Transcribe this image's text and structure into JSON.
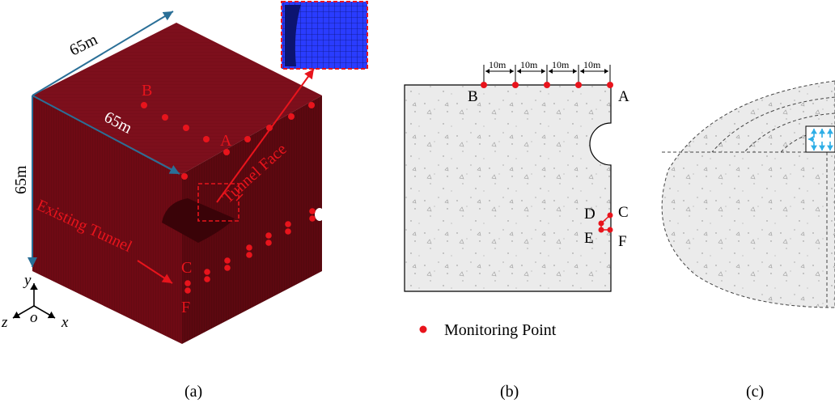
{
  "panel_a": {
    "dim_top": "65m",
    "dim_side": "65m",
    "dim_vertical": "65m",
    "label_B": "B",
    "label_A": "A",
    "label_C": "C",
    "label_F": "F",
    "tunnel_face": "Tunnel Face",
    "existing_tunnel": "Existing Tunnel",
    "axis_y": "y",
    "axis_z": "z",
    "axis_o": "o",
    "axis_x": "x",
    "caption": "(a)"
  },
  "panel_b": {
    "spacing_1": "10m",
    "spacing_2": "10m",
    "spacing_3": "10m",
    "spacing_4": "10m",
    "label_A": "A",
    "label_B": "B",
    "label_C": "C",
    "label_D": "D",
    "label_E": "E",
    "label_F": "F",
    "legend_monitoring": "Monitoring Point",
    "caption": "(b)"
  },
  "panel_c": {
    "caption": "(c)"
  },
  "colors": {
    "model_front": "#6e0a14",
    "model_top": "#7d0f1c",
    "model_right": "#5c0810",
    "monitor_point": "#e8141c",
    "dimension_arrow": "#2a6f97",
    "mesh_inset": "#2a3cff",
    "concrete": "#ebebeb",
    "load_arrow": "#2eaee6"
  }
}
